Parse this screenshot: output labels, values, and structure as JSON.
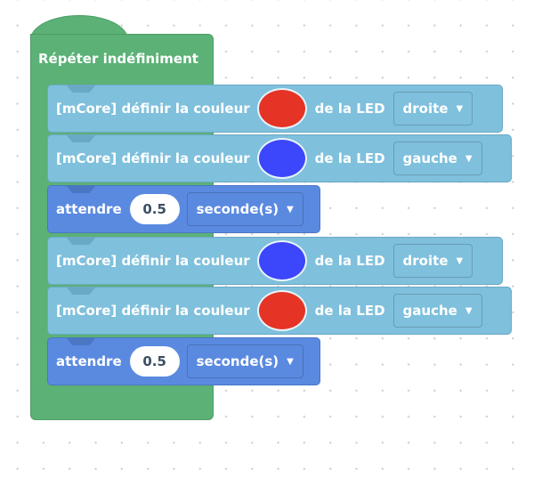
{
  "loop": {
    "label": "Répéter indéfiniment",
    "color": "#5bb176"
  },
  "blocks": [
    {
      "type": "led",
      "label": "[mCore] définir la couleur",
      "color": "#e53325",
      "suffix": "de la LED",
      "side": "droite"
    },
    {
      "type": "led",
      "label": "[mCore] définir la couleur",
      "color": "#3c46fa",
      "suffix": "de la LED",
      "side": "gauche"
    },
    {
      "type": "wait",
      "label": "attendre",
      "value": "0.5",
      "unit": "seconde(s)"
    },
    {
      "type": "led",
      "label": "[mCore] définir la couleur",
      "color": "#3c46fa",
      "suffix": "de la LED",
      "side": "droite"
    },
    {
      "type": "led",
      "label": "[mCore] définir la couleur",
      "color": "#e53325",
      "suffix": "de la LED",
      "side": "gauche"
    },
    {
      "type": "wait",
      "label": "attendre",
      "value": "0.5",
      "unit": "seconde(s)"
    }
  ],
  "icons": {
    "dropdown": "▼"
  }
}
